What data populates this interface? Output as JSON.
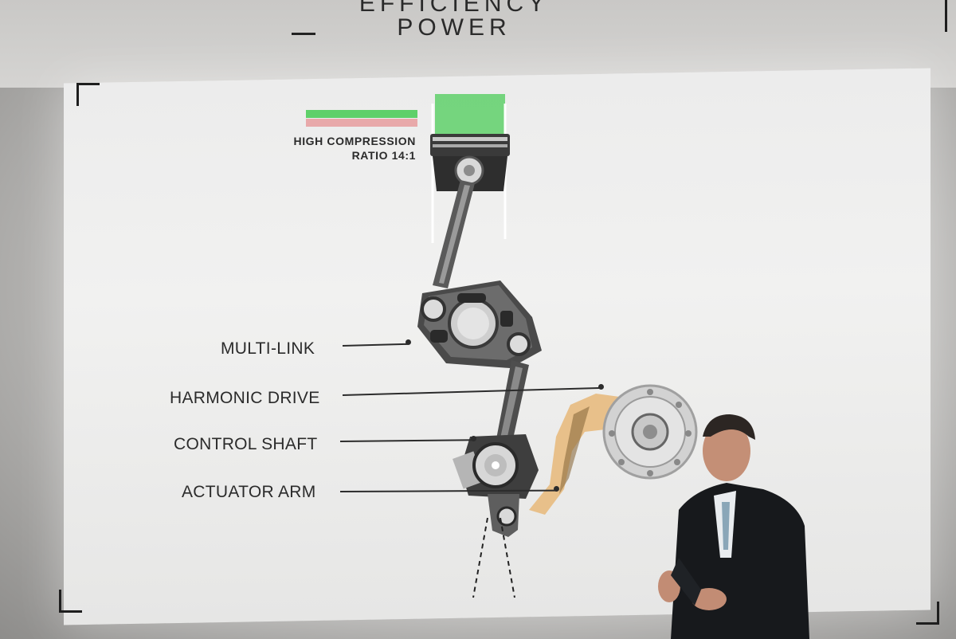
{
  "slide": {
    "top_title_line1": "EFFICIENCY",
    "top_title_line2": "POWER",
    "compression_line1": "HIGH COMPRESSION",
    "compression_line2": "RATIO 14:1",
    "labels": {
      "multi_link": "MULTI-LINK",
      "harmonic_drive": "HARMONIC DRIVE",
      "control_shaft": "CONTROL SHAFT",
      "actuator_arm": "ACTUATOR ARM"
    }
  },
  "colors": {
    "compression_bar_high": "#5fd06a",
    "compression_bar_low": "#e8a9aa",
    "cylinder_fill": "#5fd06a",
    "actuator_arm": "#e8c08a"
  },
  "icons": {
    "piston": "piston-icon",
    "multi_link": "multi-link-icon",
    "harmonic_drive": "harmonic-drive-icon",
    "control_shaft": "control-shaft-icon",
    "actuator_arm": "actuator-arm-icon",
    "presenter": "presenter-figure"
  }
}
